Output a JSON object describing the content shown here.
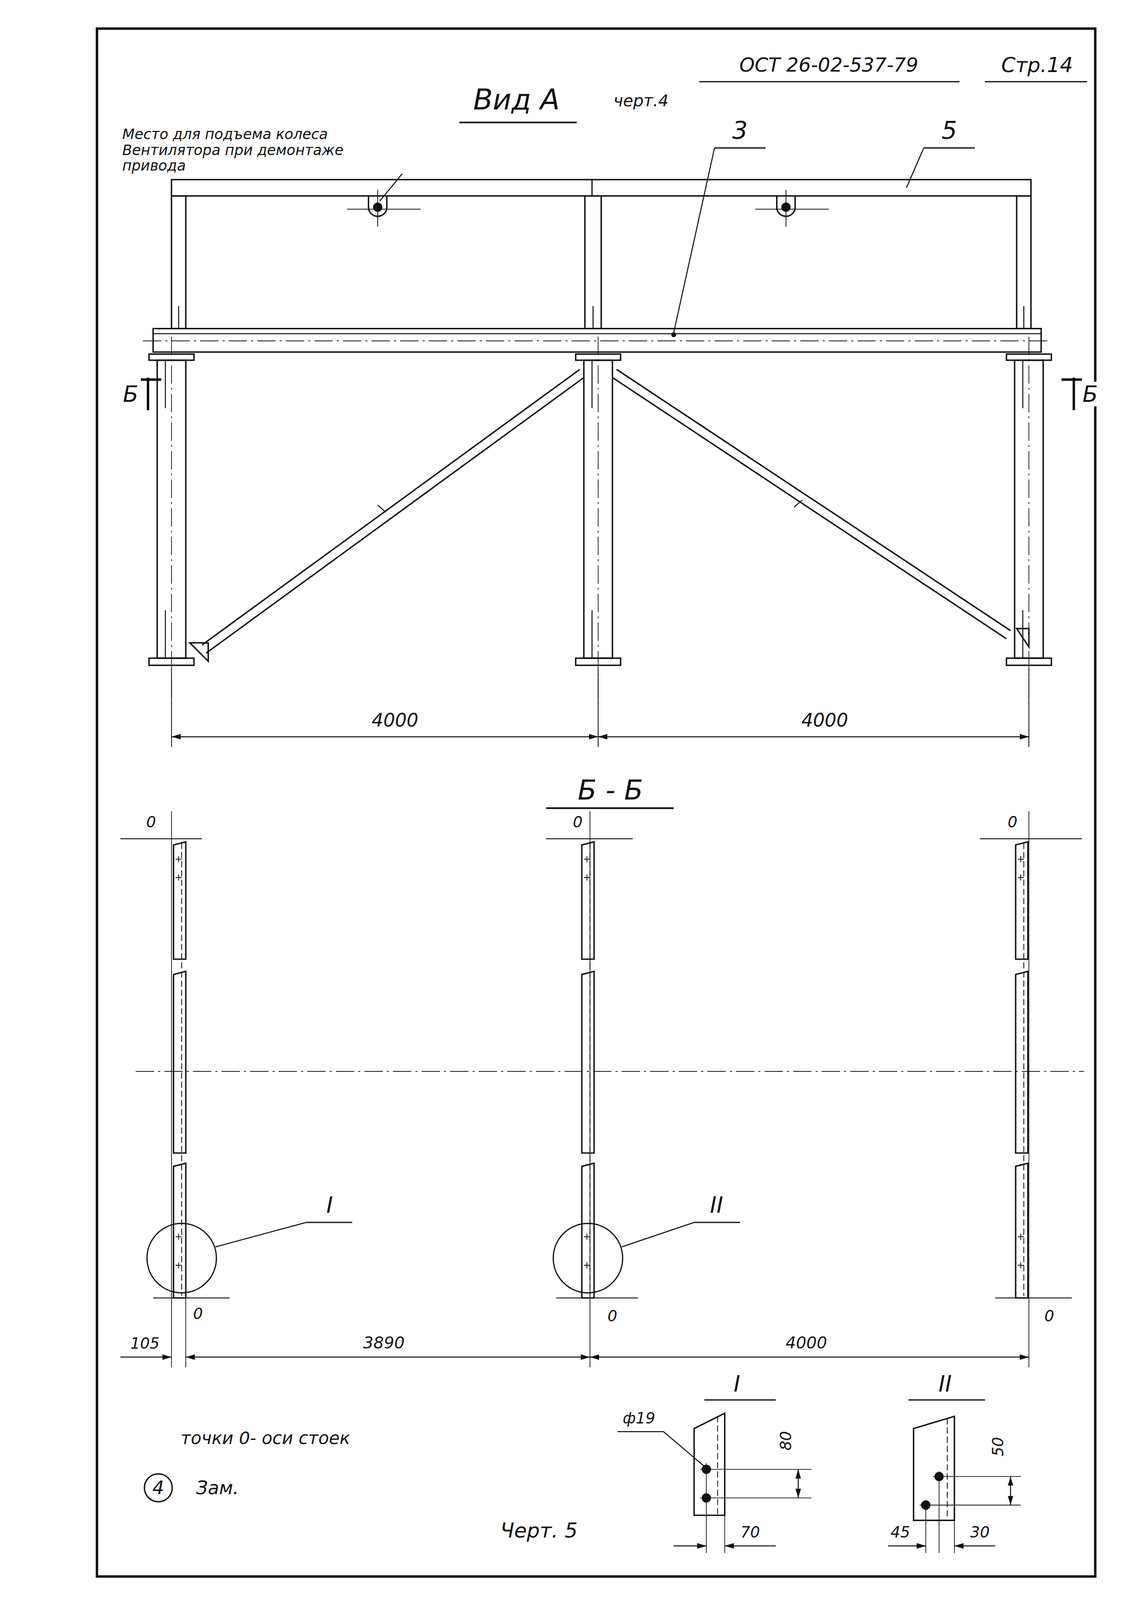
{
  "diagram": {
    "title": "Вид А",
    "caption": "Черт. 5",
    "nodes": [
      {
        "text": [
          "4"
        ]
      }
    ],
    "labels": [
      "ОСТ 26-02-537-79",
      "Стр.14",
      "черт.4",
      "Место для подъема колеса Вентилятора при демонтаже привода",
      "3",
      "5",
      "Б",
      "Б",
      "4000",
      "4000",
      "Б - Б",
      "0",
      "0",
      "0",
      "0",
      "0",
      "0",
      "I",
      "II",
      "105",
      "3890",
      "4000",
      "I",
      "II",
      "ф19",
      "80",
      "70",
      "50",
      "45",
      "30",
      "точки 0- оси стоек",
      "Зам."
    ]
  }
}
